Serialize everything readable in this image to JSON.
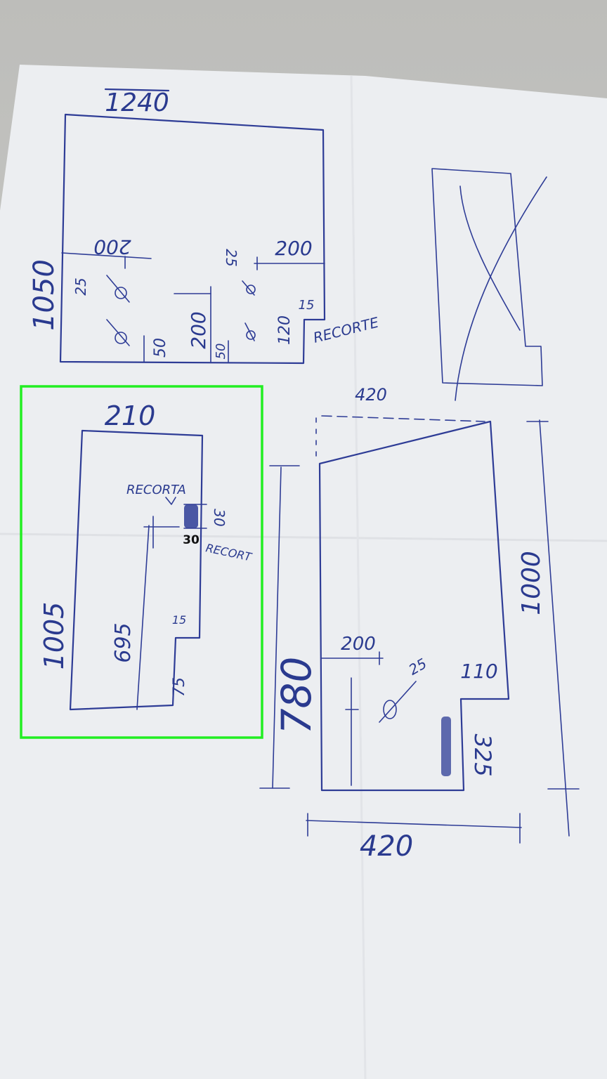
{
  "colors": {
    "ink": "#2e3c96",
    "paper": "#eef0f3",
    "background": "#c3c4c1",
    "highlight": "#22ee22"
  },
  "top_piece": {
    "width": "1240",
    "height": "1050",
    "hole_spacing_left": "200",
    "hole_spacing_right": "200",
    "offset_left": "25",
    "offset_mid": "25",
    "spacing_50": "50",
    "spacing_200": "200",
    "spacing_50b": "50",
    "cut_depth": "120",
    "cut_width": "15",
    "cut_label": "RECORTE"
  },
  "left_piece": {
    "width": "210",
    "height": "1005",
    "inner_height": "695",
    "notch_width": "15",
    "notch_height": "75",
    "cut_label_top": "RECORTA",
    "cut_label_side": "RECORT",
    "cut_size": "30",
    "overlay_value": "30"
  },
  "right_piece": {
    "top_width": "420",
    "height_left": "780",
    "height_right": "1000",
    "hole_offset": "200",
    "hole_dim": "25",
    "notch_width": "110",
    "notch_height": "325",
    "bottom_width": "420"
  }
}
